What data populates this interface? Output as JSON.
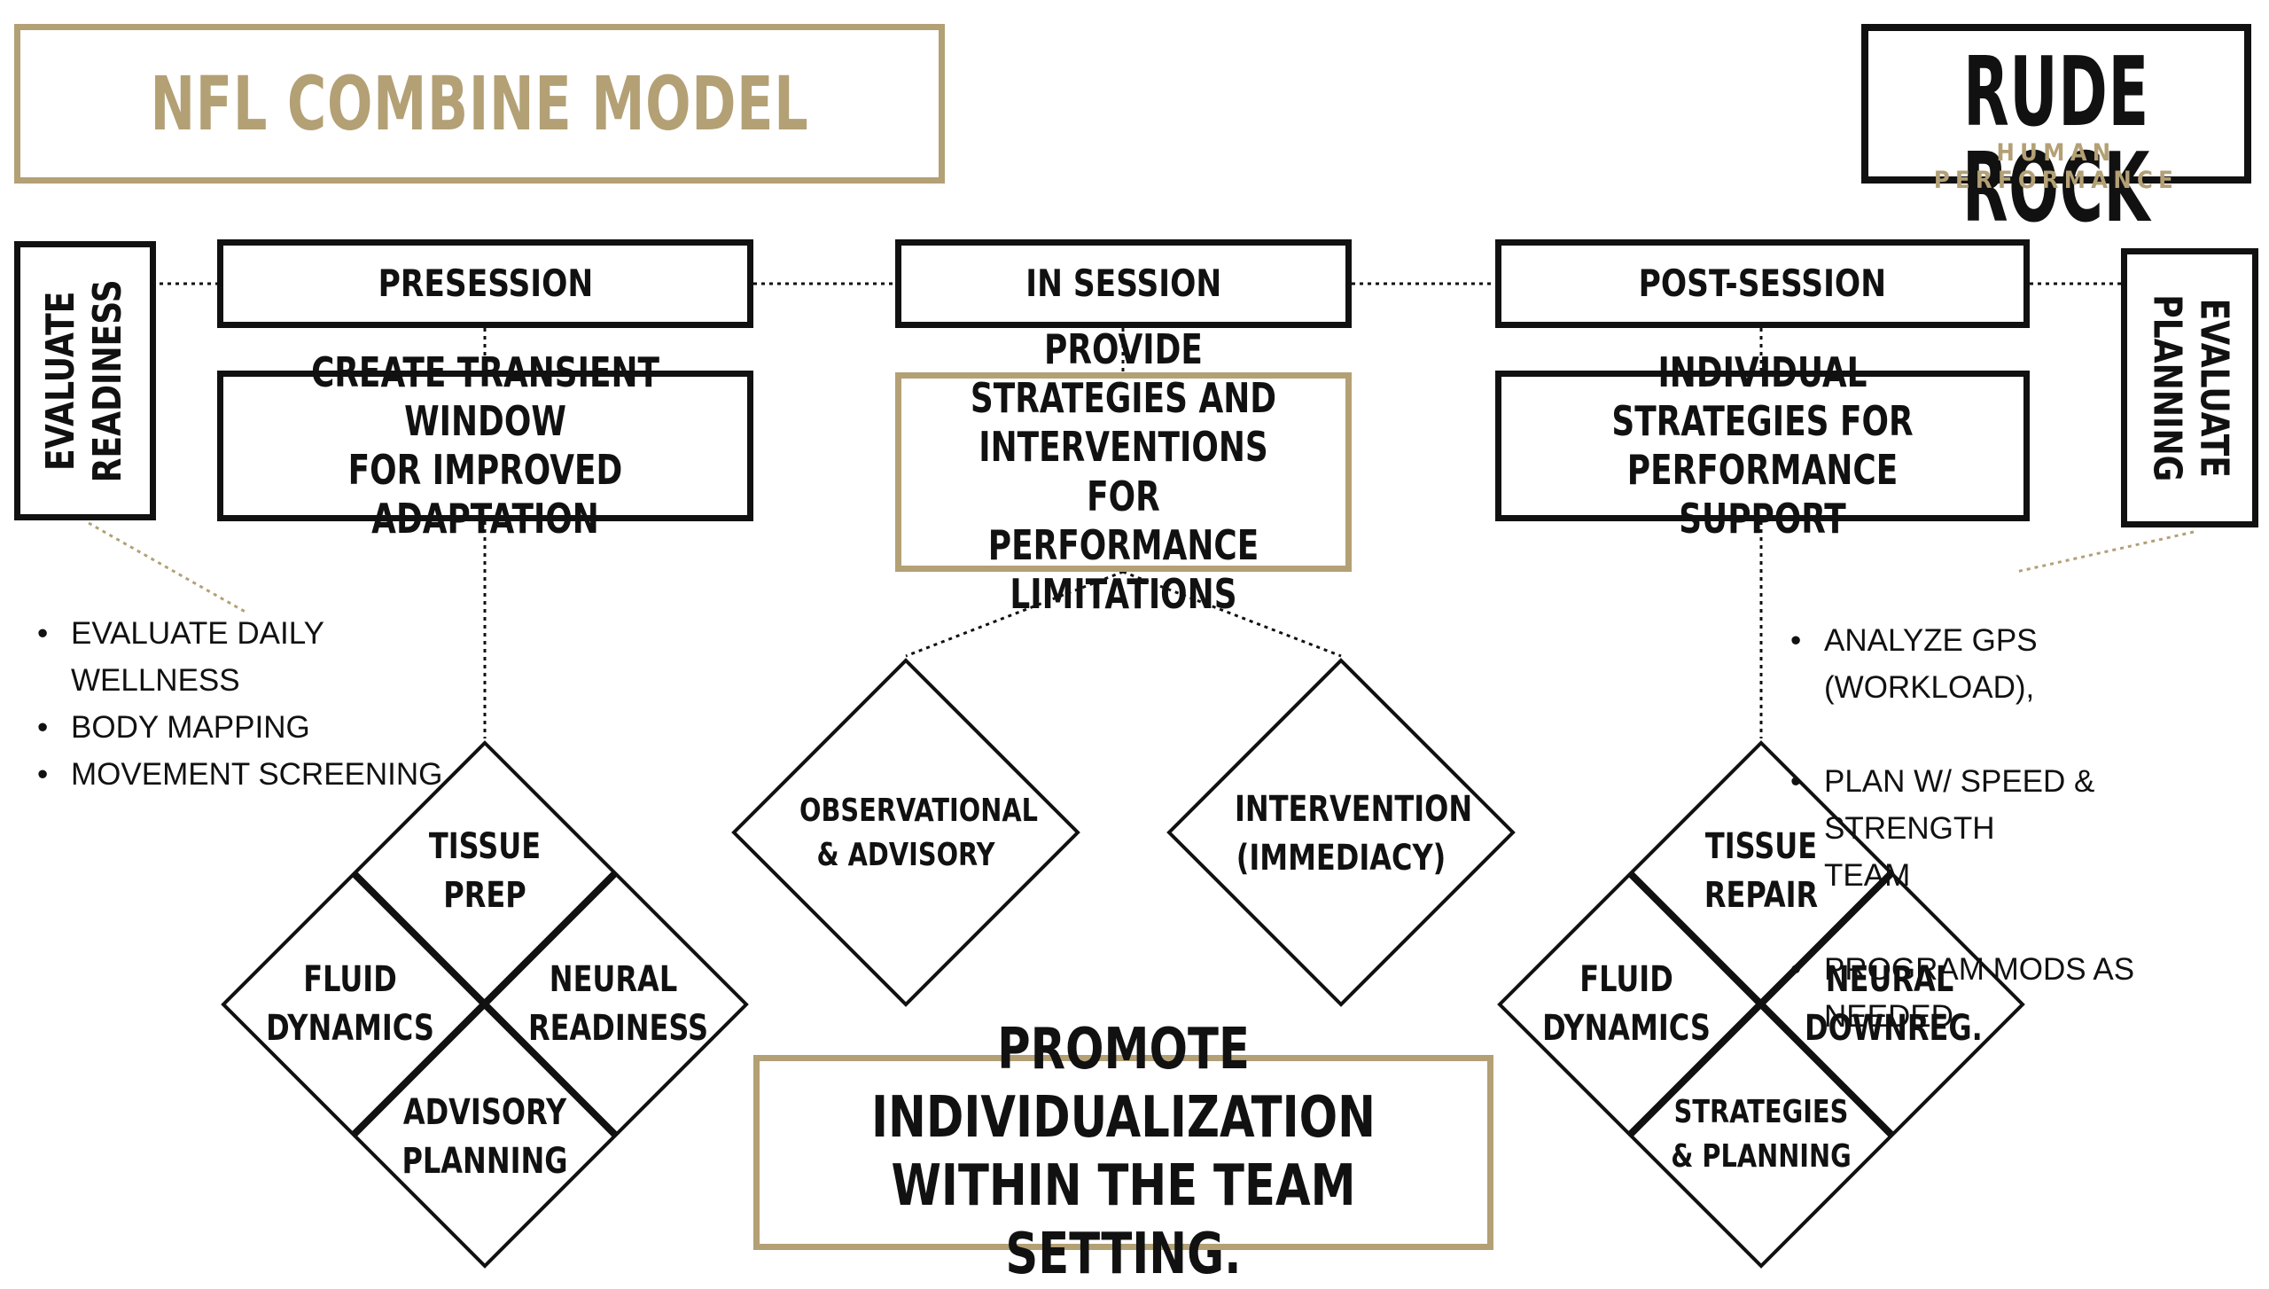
{
  "title": "NFL COMBINE MODEL",
  "logo": {
    "main": "RUDE ROCK",
    "sub": "HUMAN PERFORMANCE"
  },
  "side_left": "EVALUATE\nREADINESS",
  "side_right": "EVALUATE\nPLANNING",
  "phases": {
    "presession": "PRESESSION",
    "in_session": "IN SESSION",
    "post_session": "POST-SESSION"
  },
  "descriptions": {
    "presession": "CREATE TRANSIENT WINDOW\nFOR IMPROVED ADAPTATION",
    "in_session": "PROVIDE STRATEGIES AND\nINTERVENTIONS FOR\nPERFORMANCE LIMITATIONS",
    "post_session": "INDIVIDUAL STRATEGIES FOR\nPERFORMANCE SUPPORT"
  },
  "left_bullets": [
    "EVALUATE DAILY WELLNESS",
    "BODY MAPPING",
    "MOVEMENT SCREENING"
  ],
  "right_bullets": [
    "ANALYZE GPS (WORKLOAD),",
    "PLAN W/ SPEED & STRENGTH\nTEAM",
    "PROGRAM MODS AS NEEDED"
  ],
  "pre_quadrants": {
    "top": "TISSUE\nPREP",
    "left": "FLUID\nDYNAMICS",
    "right": "NEURAL\nREADINESS",
    "bottom": "ADVISORY\nPLANNING"
  },
  "post_quadrants": {
    "top": "TISSUE\nREPAIR",
    "left": "FLUID\nDYNAMICS",
    "right": "NEURAL\nDOWNREG.",
    "bottom": "STRATEGIES\n& PLANNING"
  },
  "in_diamonds": {
    "left": "OBSERVATIONAL\n& ADVISORY",
    "right": "INTERVENTION\n(IMMEDIACY)"
  },
  "promote": "PROMOTE INDIVIDUALIZATION\nWITHIN THE TEAM SETTING.",
  "colors": {
    "gold": "#b3a075",
    "black": "#111111",
    "background": "#ffffff"
  }
}
